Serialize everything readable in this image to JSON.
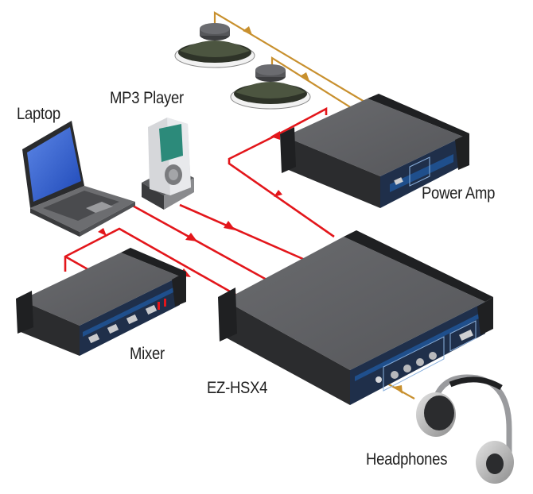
{
  "diagram": {
    "title": "",
    "devices": [
      {
        "id": "laptop",
        "label": "Laptop"
      },
      {
        "id": "mp3",
        "label": "MP3 Player"
      },
      {
        "id": "mixer",
        "label": "Mixer"
      },
      {
        "id": "hub",
        "label": "EZ-HSX4"
      },
      {
        "id": "amp",
        "label": "Power Amp"
      },
      {
        "id": "speaker1",
        "label": ""
      },
      {
        "id": "speaker2",
        "label": ""
      },
      {
        "id": "headphones",
        "label": "Headphones"
      }
    ],
    "connections": [
      {
        "from": "laptop",
        "to": "hub",
        "type": "audio-input"
      },
      {
        "from": "mp3",
        "to": "hub",
        "type": "audio-input"
      },
      {
        "from": "mixer",
        "to": "hub",
        "type": "audio-input"
      },
      {
        "from": "hub",
        "to": "mixer",
        "type": "audio-input"
      },
      {
        "from": "hub",
        "to": "amp",
        "type": "audio-output"
      },
      {
        "from": "amp",
        "to": "speaker1",
        "type": "speaker-output"
      },
      {
        "from": "amp",
        "to": "speaker2",
        "type": "speaker-output"
      },
      {
        "from": "hub",
        "to": "headphones",
        "type": "headphone-output"
      }
    ],
    "colors": {
      "input_line": "#e3161b",
      "output_line": "#c8902e",
      "device_body": "#4a4b4d",
      "device_panel": "#1f4f8c"
    }
  }
}
